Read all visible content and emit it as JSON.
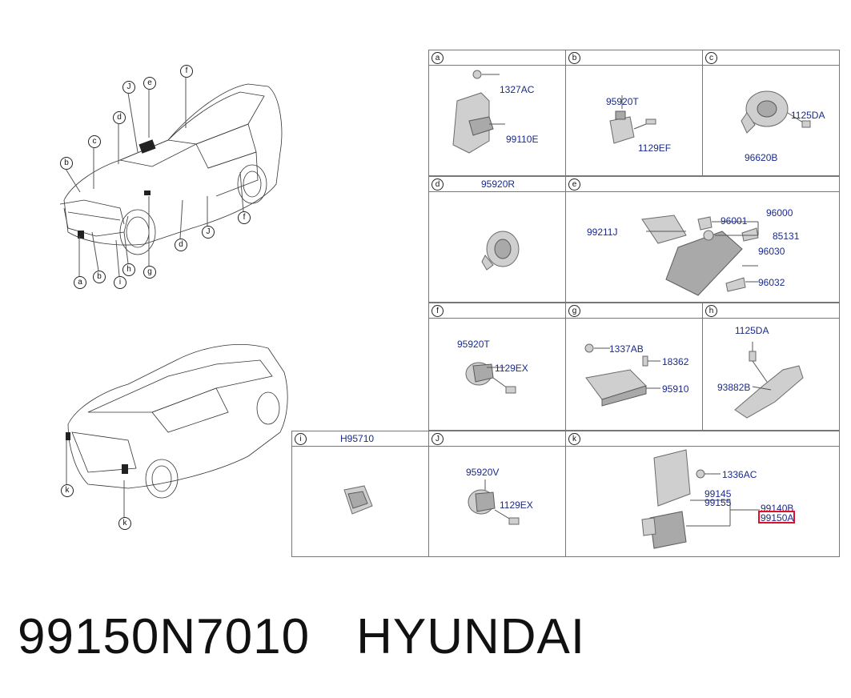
{
  "vehicle_callouts": {
    "top": [
      "J",
      "e",
      "f",
      "d",
      "c",
      "b",
      "a",
      "b",
      "i",
      "h",
      "g",
      "d",
      "J",
      "f"
    ],
    "bottom": [
      "k",
      "k"
    ]
  },
  "cells": {
    "a": {
      "tag": "a",
      "parts": [
        "1327AC",
        "99110E"
      ]
    },
    "b": {
      "tag": "b",
      "parts": [
        "95920T",
        "1129EF"
      ]
    },
    "c": {
      "tag": "c",
      "parts": [
        "1125DA",
        "96620B"
      ]
    },
    "d": {
      "tag": "d",
      "header": "95920R"
    },
    "e": {
      "tag": "e",
      "parts": [
        "96000",
        "96001",
        "99211J",
        "85131",
        "96030",
        "96032"
      ]
    },
    "f": {
      "tag": "f",
      "parts": [
        "95920T",
        "1129EX"
      ]
    },
    "g": {
      "tag": "g",
      "parts": [
        "1337AB",
        "18362",
        "95910"
      ]
    },
    "h": {
      "tag": "h",
      "parts": [
        "1125DA",
        "93882B"
      ]
    },
    "i": {
      "tag": "i",
      "header": "H95710"
    },
    "J": {
      "tag": "J",
      "parts": [
        "95920V",
        "1129EX"
      ]
    },
    "k": {
      "tag": "k",
      "parts": [
        "1336AC",
        "99145",
        "99155",
        "99140B",
        "99150A"
      ]
    }
  },
  "highlight_color": "#e0102a",
  "footer": {
    "part_number": "99150N7010",
    "brand": "HYUNDAI"
  }
}
